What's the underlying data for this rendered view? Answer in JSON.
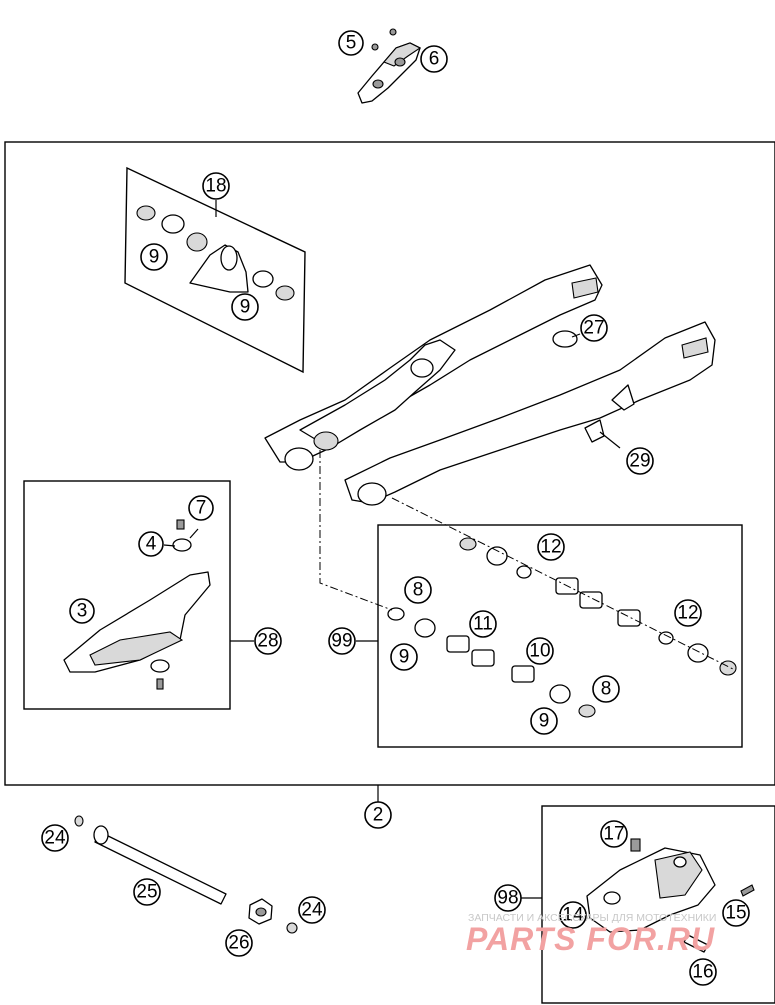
{
  "callouts": [
    {
      "id": "c5",
      "label": "5"
    },
    {
      "id": "c6",
      "label": "6"
    },
    {
      "id": "c18",
      "label": "18"
    },
    {
      "id": "c9a",
      "label": "9"
    },
    {
      "id": "c9b",
      "label": "9"
    },
    {
      "id": "c27",
      "label": "27"
    },
    {
      "id": "c29",
      "label": "29"
    },
    {
      "id": "c7",
      "label": "7"
    },
    {
      "id": "c4",
      "label": "4"
    },
    {
      "id": "c3",
      "label": "3"
    },
    {
      "id": "c28",
      "label": "28"
    },
    {
      "id": "c12a",
      "label": "12"
    },
    {
      "id": "c8a",
      "label": "8"
    },
    {
      "id": "c99",
      "label": "99"
    },
    {
      "id": "c9c",
      "label": "9"
    },
    {
      "id": "c11",
      "label": "11"
    },
    {
      "id": "c10",
      "label": "10"
    },
    {
      "id": "c12b",
      "label": "12"
    },
    {
      "id": "c8b",
      "label": "8"
    },
    {
      "id": "c9d",
      "label": "9"
    },
    {
      "id": "c2",
      "label": "2"
    },
    {
      "id": "c24a",
      "label": "24"
    },
    {
      "id": "c25",
      "label": "25"
    },
    {
      "id": "c24b",
      "label": "24"
    },
    {
      "id": "c26",
      "label": "26"
    },
    {
      "id": "c17",
      "label": "17"
    },
    {
      "id": "c98",
      "label": "98"
    },
    {
      "id": "c14",
      "label": "14"
    },
    {
      "id": "c15",
      "label": "15"
    },
    {
      "id": "c16",
      "label": "16"
    }
  ],
  "watermark": {
    "caption": "ЗАПЧАСТИ И АКСЕССУАРЫ ДЛЯ МОТОТЕХНИКИ",
    "logo": "PARTS FOR.RU",
    "color": "#f2a2a2"
  },
  "colors": {
    "line": "#000000",
    "background": "#ffffff"
  }
}
